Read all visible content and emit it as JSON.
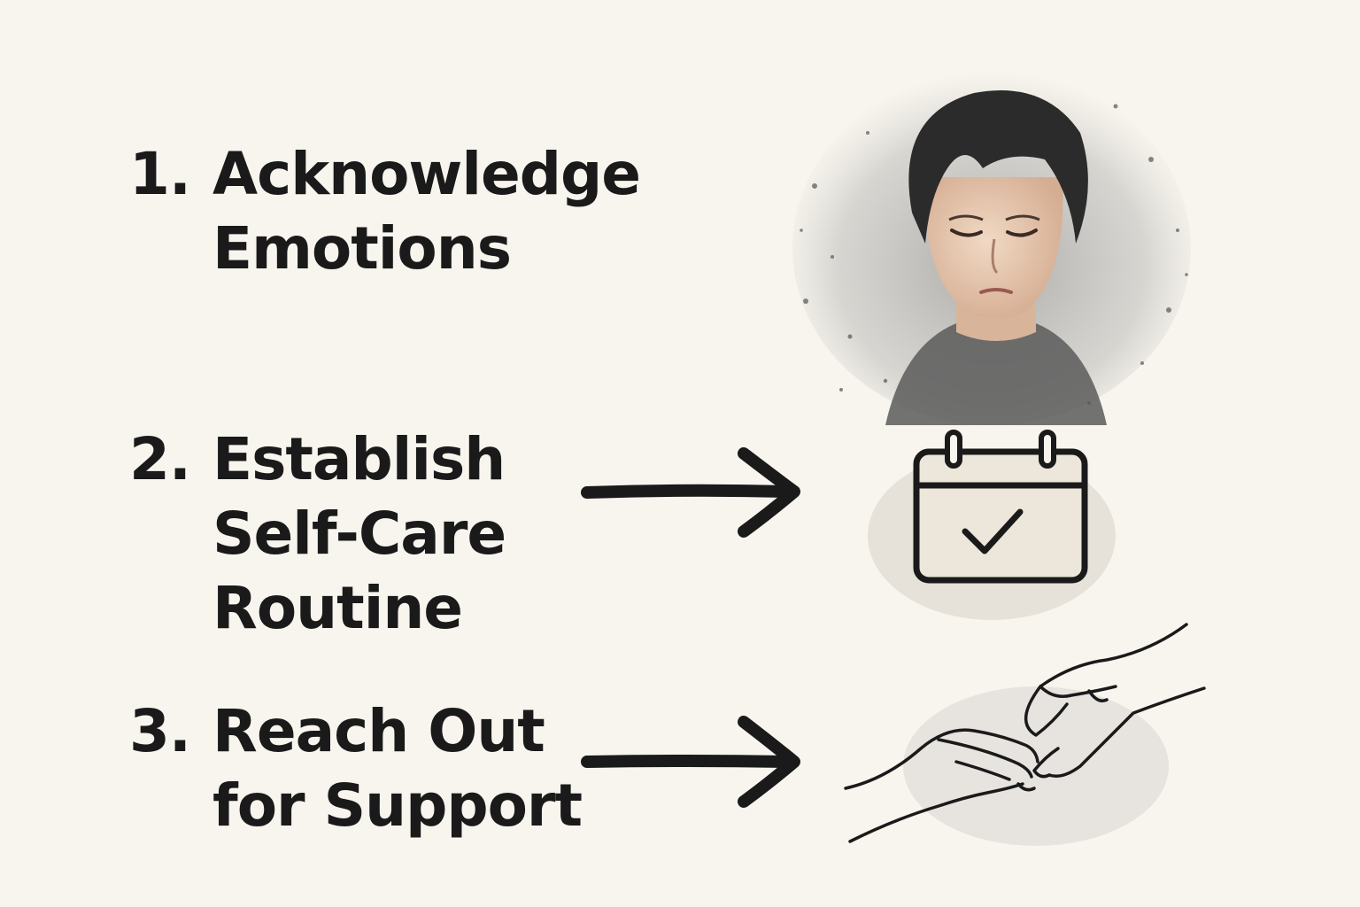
{
  "steps": [
    {
      "number": "1.",
      "lines": [
        "Acknowledge",
        "Emotions"
      ],
      "illustration": "sad-person-watercolor"
    },
    {
      "number": "2.",
      "lines": [
        "Establish",
        "Self-Care",
        "Routine"
      ],
      "illustration": "calendar-check-icon"
    },
    {
      "number": "3.",
      "lines": [
        "Reach Out",
        "for Support"
      ],
      "illustration": "helping-hands"
    }
  ],
  "colors": {
    "background": "#f8f5ee",
    "ink": "#1a1a1a",
    "wash": "#8a8a8a",
    "skin": "#e8c9b0"
  }
}
